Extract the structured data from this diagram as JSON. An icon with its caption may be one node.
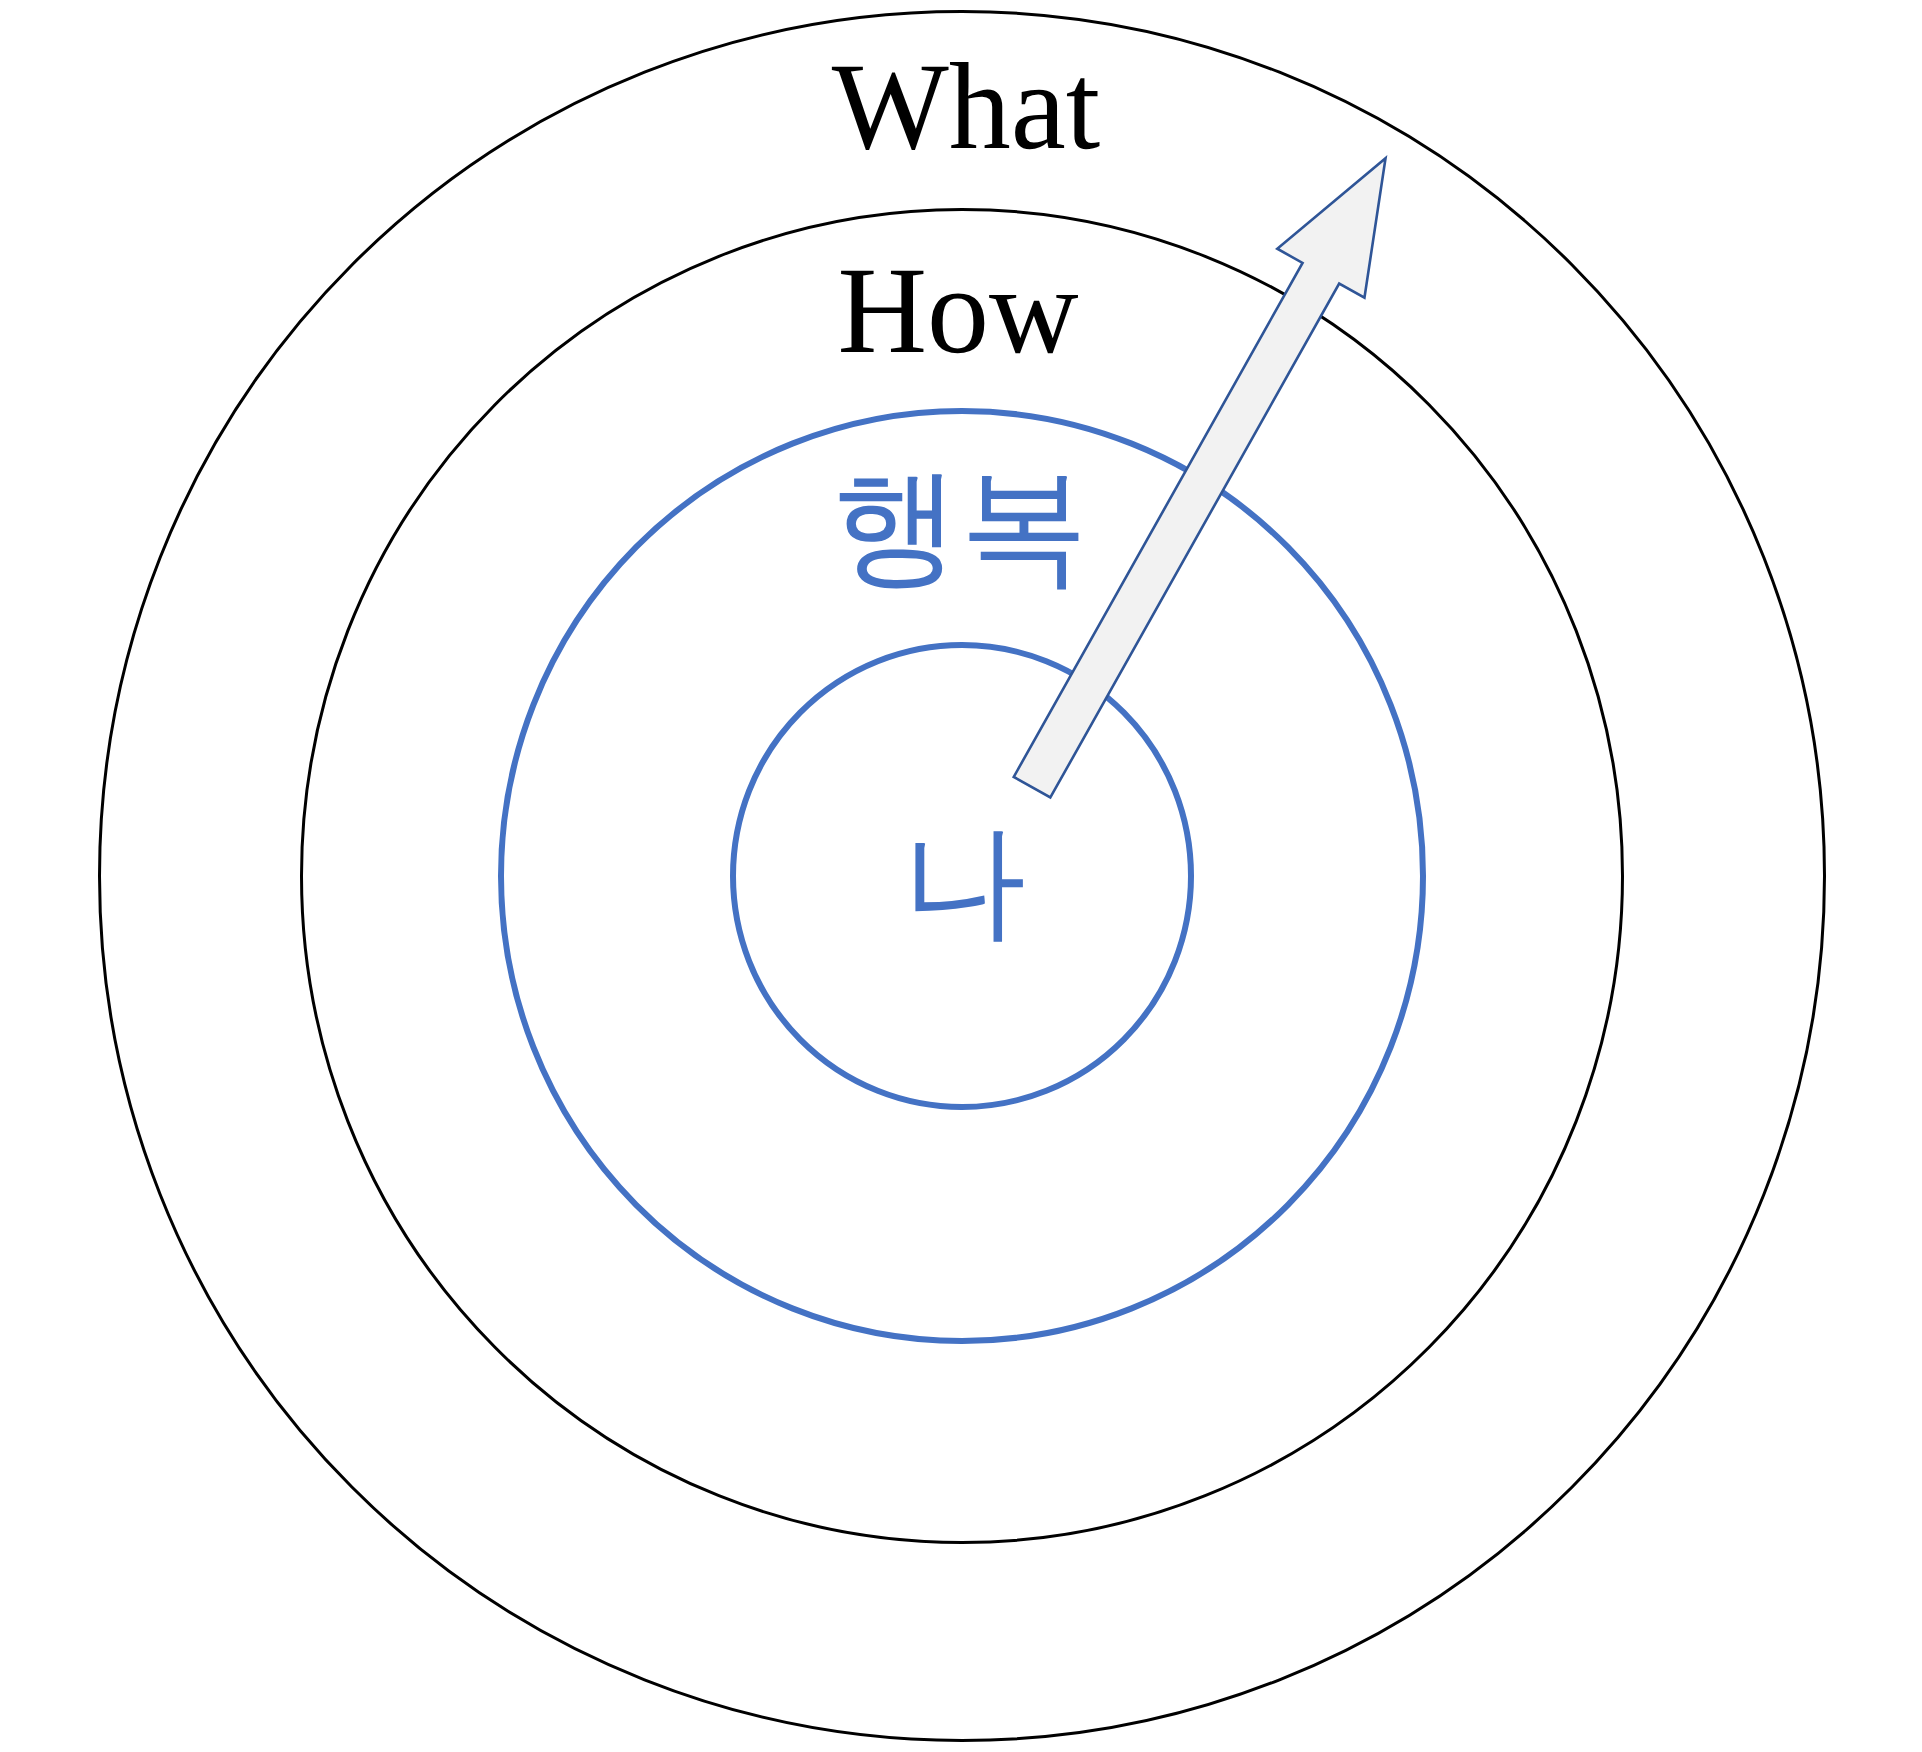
{
  "diagram": {
    "nodes": [
      {
        "text": [
          "What"
        ]
      },
      {
        "text": [
          "How"
        ],
        "in": 0
      },
      {
        "text": [
          "행복"
        ],
        "in": 1
      },
      {
        "text": [
          "나"
        ],
        "in": 2
      }
    ],
    "edges": [
      {
        "from": 3,
        "to": 0,
        "arrow": "to"
      }
    ]
  }
}
